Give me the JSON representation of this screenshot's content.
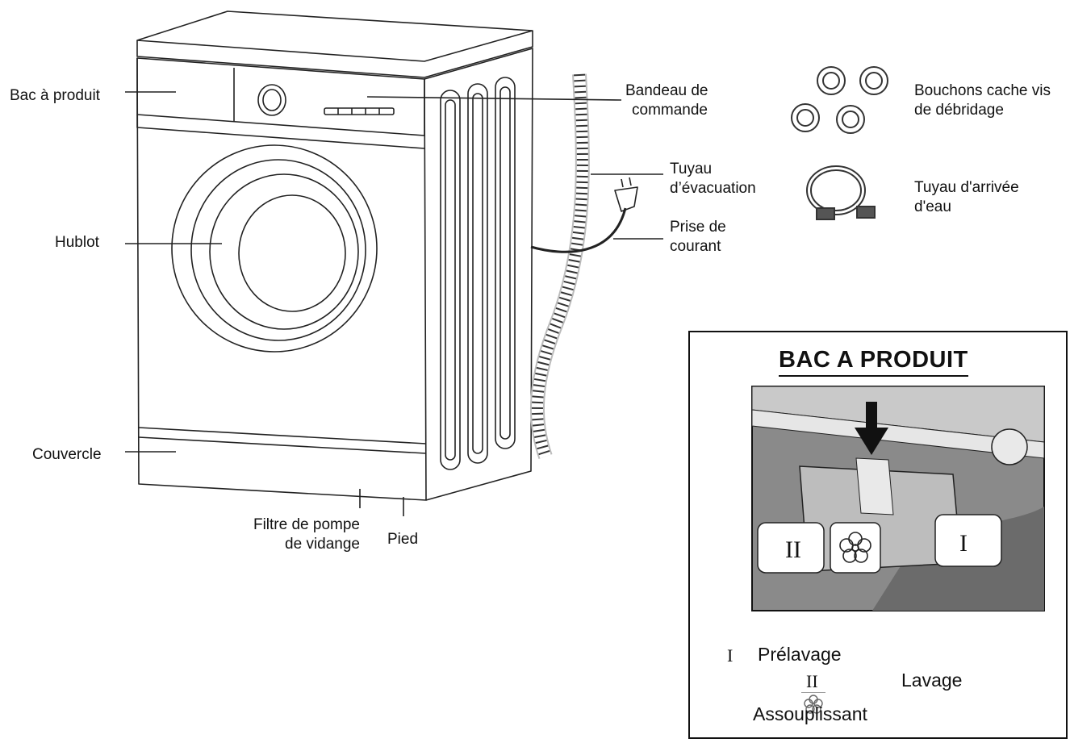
{
  "labels": {
    "bac_produit": "Bac à produit",
    "hublot": "Hublot",
    "couvercle": "Couvercle",
    "filtre_l1": "Filtre  de pompe",
    "filtre_l2": "de vidange",
    "pied": "Pied",
    "bandeau_l1": "Bandeau de",
    "bandeau_l2": "commande",
    "tuyau_evac_l1": "Tuyau",
    "tuyau_evac_l2": "d’évacuation",
    "prise_l1": "Prise de",
    "prise_l2": "courant",
    "bouchons_l1": "Bouchons cache vis",
    "bouchons_l2": "de débridage",
    "arrivee_l1": "Tuyau d'arrivée",
    "arrivee_l2": "d'eau"
  },
  "inset": {
    "title": "BAC A PRODUIT",
    "compartment_left": "II",
    "compartment_right": "I",
    "legend": {
      "i_numeral": "I",
      "i_text": "Prélavage",
      "ii_numeral": "II",
      "ii_text": "Lavage",
      "flower_text": "Assouplissant"
    }
  },
  "icons": [
    "arrow-down-icon",
    "flower-icon"
  ]
}
